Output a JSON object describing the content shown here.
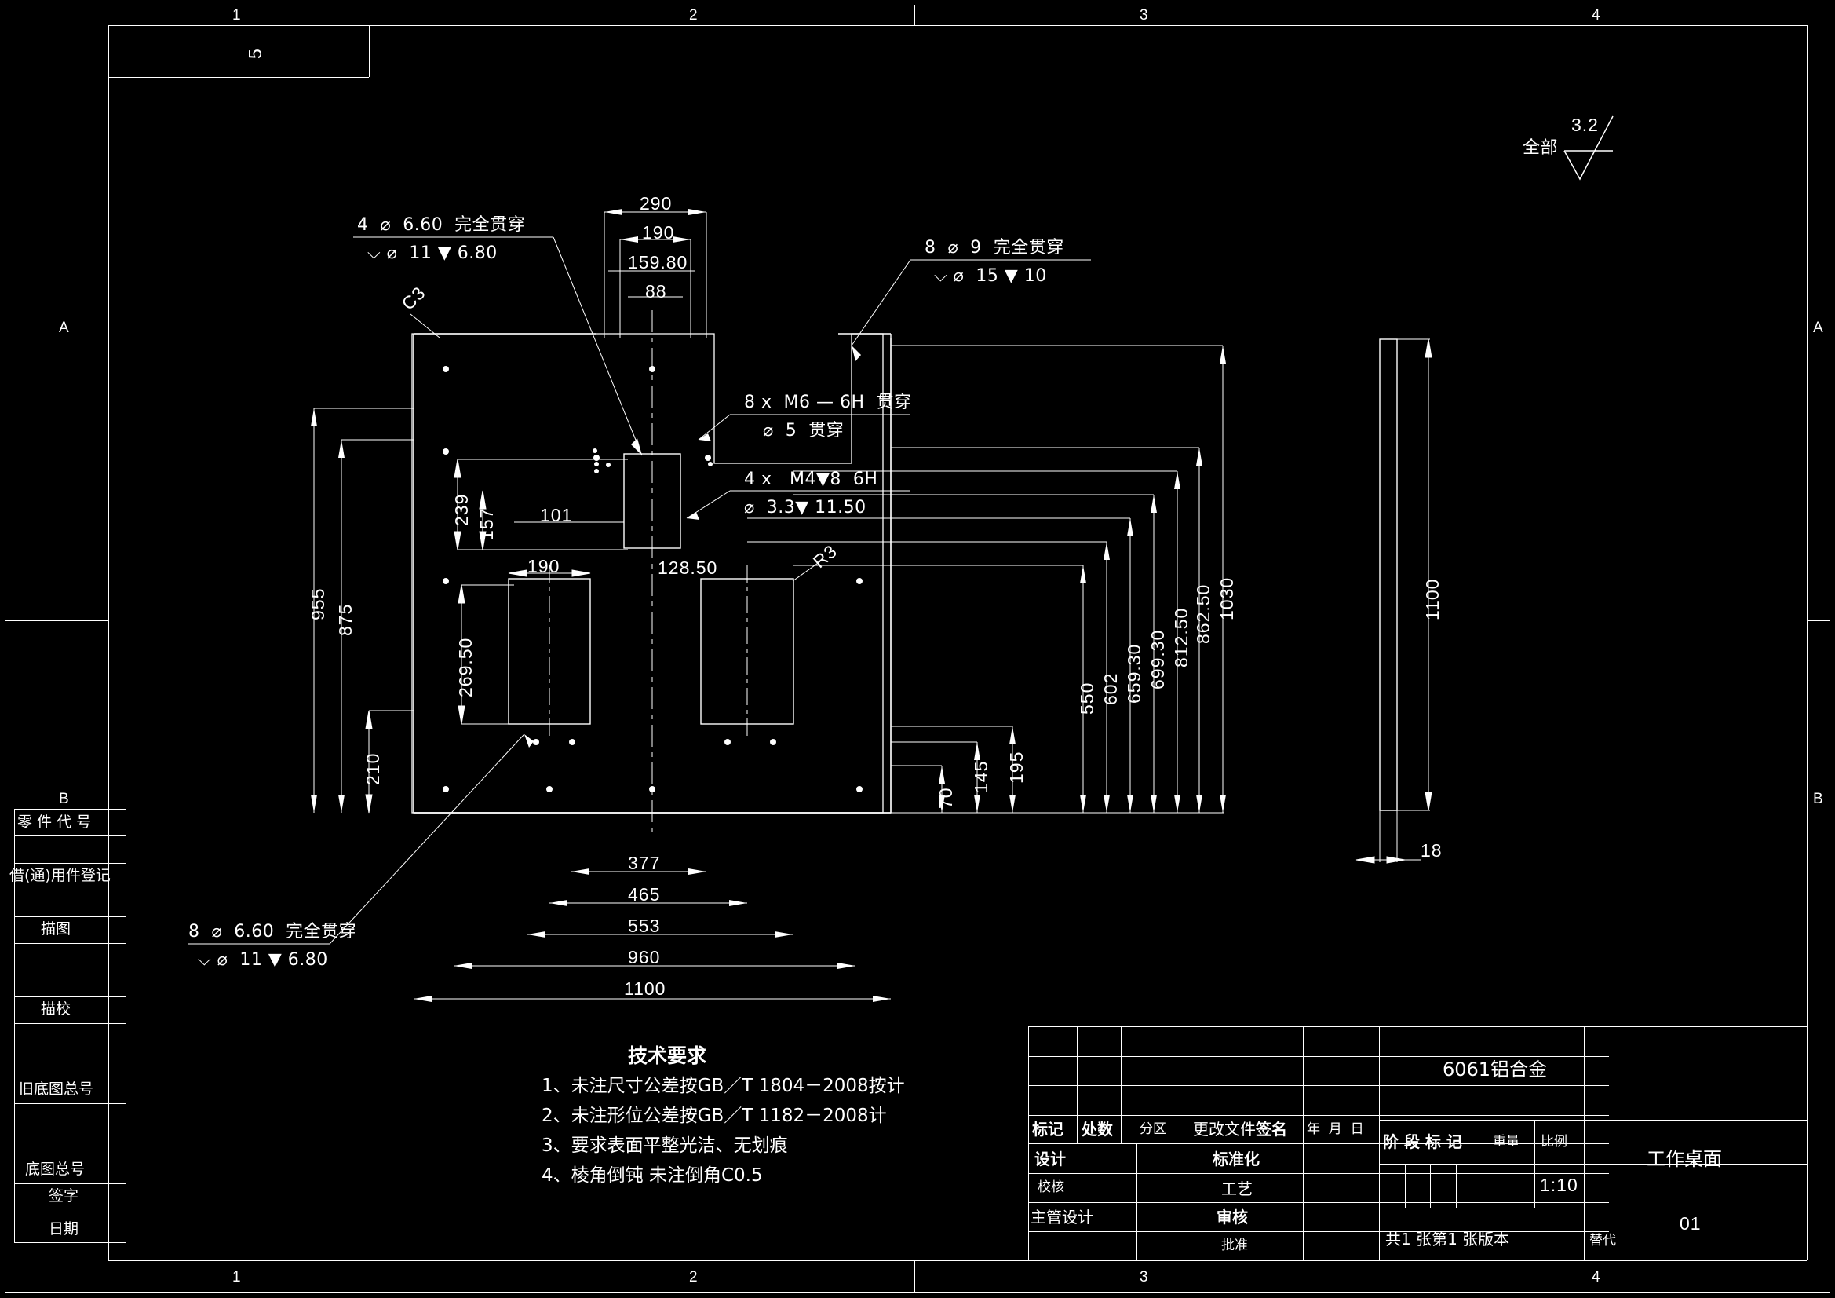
{
  "sheet": {
    "background_color": "#000000",
    "line_color": "#ffffff",
    "zone_labels_top": [
      "1",
      "2",
      "3",
      "4"
    ],
    "zone_labels_bottom": [
      "1",
      "2",
      "3",
      "4"
    ],
    "zone_labels_left": [
      "A",
      "B"
    ],
    "zone_labels_right": [
      "A",
      "B"
    ],
    "corner_number": "5"
  },
  "surface_finish": {
    "label": "全部",
    "value": "3.2"
  },
  "callouts": [
    {
      "id": "callout-top-left",
      "line1": "4  ⌀  6.60  完全贯穿",
      "line2": "⌵ ⌀  11 ▼ 6.80"
    },
    {
      "id": "callout-top-right",
      "line1": "8  ⌀  9  完全贯穿",
      "line2": "⌵ ⌀  15 ▼ 10"
    },
    {
      "id": "callout-m6",
      "line1": "8 x  M6 — 6H  贯穿",
      "line2": "⌀  5  贯穿"
    },
    {
      "id": "callout-m4",
      "line1": "4 x   M4▼8  6H",
      "line2": "⌀  3.3▼ 11.50"
    },
    {
      "id": "callout-bottom-left",
      "line1": "8  ⌀  6.60  完全贯穿",
      "line2": "⌵ ⌀  11 ▼ 6.80"
    }
  ],
  "dimensions": {
    "top_horizontal": [
      "290",
      "190",
      "159.80",
      "88"
    ],
    "bottom_horizontal": [
      "377",
      "465",
      "553",
      "960",
      "1100"
    ],
    "left_vertical": [
      "955",
      "875",
      "239",
      "157",
      "269.50",
      "210"
    ],
    "inner_horizontal": [
      "101",
      "190",
      "128.50"
    ],
    "right_vertical": [
      "550",
      "602",
      "659.30",
      "699.30",
      "812.50",
      "862.50",
      "1030"
    ],
    "lower_right_vertical": [
      "70",
      "145",
      "195"
    ],
    "radius": "R3",
    "corner_mark": "C3",
    "side_view": {
      "height": "1100",
      "thickness": "18"
    }
  },
  "tech_requirements": {
    "title": "技术要求",
    "items": [
      "1、未注尺寸公差按GB／T 1804－2008按计",
      "2、未注形位公差按GB／T 1182－2008计",
      "3、要求表面平整光洁、无划痕",
      "4、棱角倒钝 未注倒角C0.5"
    ]
  },
  "left_panel": {
    "rows": [
      "零 件 代 号",
      "借(通)用件登记",
      "描图",
      "描校",
      "旧底图总号",
      "底图总号",
      "签字",
      "日期"
    ]
  },
  "title_block": {
    "revision_headers": [
      "标记",
      "处数",
      "分区",
      "更改文件",
      "签名",
      "年  月  日"
    ],
    "role_rows": [
      {
        "role": "设计",
        "name": "",
        "date": "",
        "role2": "标准化",
        "name2": ""
      },
      {
        "role": "校核",
        "name": "",
        "date": "",
        "role2": "工艺",
        "name2": ""
      },
      {
        "role": "主管设计",
        "name": "",
        "date": "",
        "role2": "审核",
        "name2": ""
      },
      {
        "role": "",
        "name": "",
        "date": "",
        "role2": "批准",
        "name2": ""
      }
    ],
    "material": "6061铝合金",
    "stage_header": "阶 段 标 记",
    "weight_header": "重量",
    "scale_header": "比例",
    "scale_value": "1:10",
    "part_name": "工作桌面",
    "drawing_number": "01",
    "sheet_count": "共1 张第1 张版本",
    "replaces": "替代"
  }
}
